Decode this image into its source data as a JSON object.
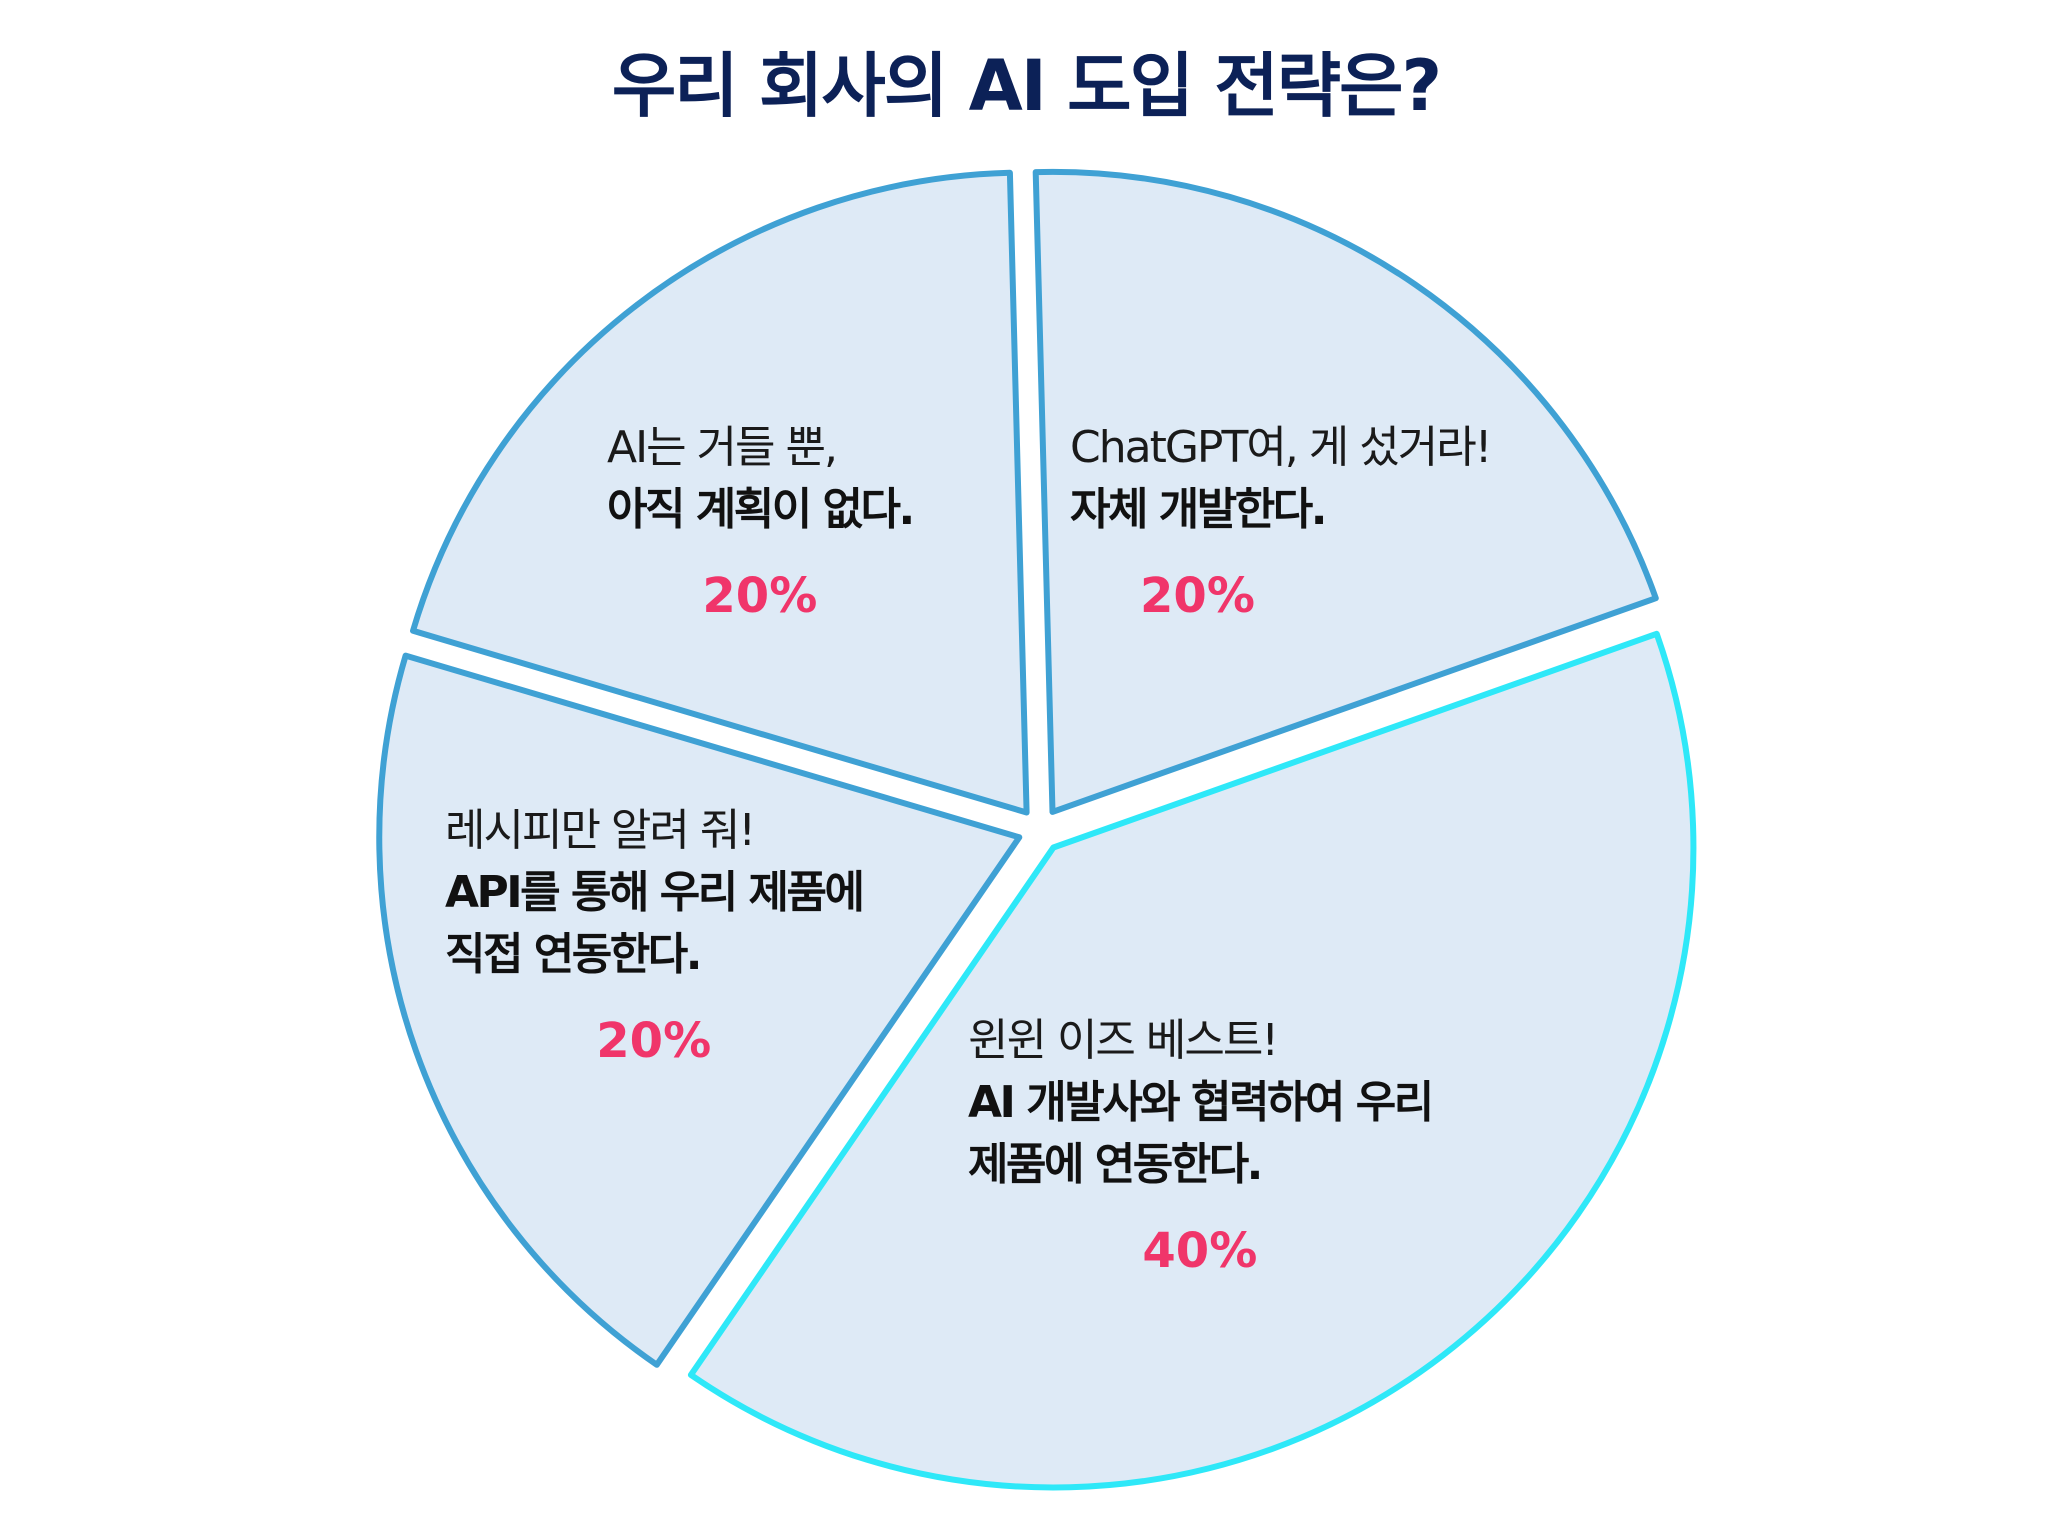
{
  "chart_data": {
    "type": "pie",
    "title": "우리 회사의 AI 도입 전략은?",
    "colors": {
      "title": "#0c2157",
      "slice_fill": "#deeaf6",
      "slice_stroke": "#3fa1d4",
      "highlight_stroke": "#2ee8f8",
      "percent_text": "#f0356a"
    },
    "slices": [
      {
        "id": "in-house",
        "lines_light": [
          "ChatGPT여, 게 섰거라!"
        ],
        "lines_bold": [
          "자체 개발한다."
        ],
        "value": 20,
        "label": "20%",
        "highlight": false
      },
      {
        "id": "partner",
        "lines_light": [
          "윈윈 이즈 베스트!"
        ],
        "lines_bold": [
          "AI 개발사와 협력하여 우리",
          "제품에 연동한다."
        ],
        "value": 40,
        "label": "40%",
        "highlight": true
      },
      {
        "id": "api",
        "lines_light": [
          "레시피만 알려 줘!"
        ],
        "lines_bold": [
          "API를 통해 우리 제품에",
          "직접 연동한다."
        ],
        "value": 20,
        "label": "20%",
        "highlight": false
      },
      {
        "id": "no-plan",
        "lines_light": [
          "AI는 거들 뿐,"
        ],
        "lines_bold": [
          "아직 계획이 없다."
        ],
        "value": 20,
        "label": "20%",
        "highlight": false
      }
    ]
  }
}
